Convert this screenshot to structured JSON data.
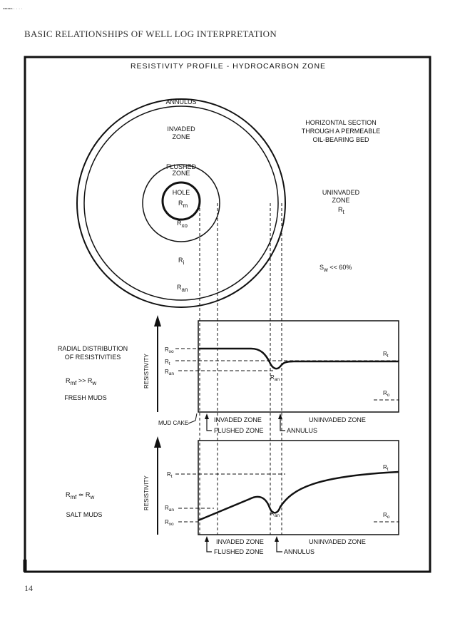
{
  "page": {
    "header": "BASIC RELATIONSHIPS OF WELL LOG INTERPRETATION",
    "page_number": "14",
    "scan_marks": "▪▪▪▪▪▪·· · · ·"
  },
  "figure": {
    "title": "RESISTIVITY  PROFILE - HYDROCARBON  ZONE",
    "section": {
      "annulus": "ANNULUS",
      "invaded_zone_1": "INVADED",
      "invaded_zone_2": "ZONE",
      "flushed_zone_1": "FLUSHED",
      "flushed_zone_2": "ZONE",
      "hole": "HOLE",
      "r_m": "R",
      "r_m_sub": "m",
      "r_xo": "R",
      "r_xo_sub": "xo",
      "r_i": "R",
      "r_i_sub": "i",
      "r_an": "R",
      "r_an_sub": "an",
      "horizontal_1": "HORIZONTAL SECTION",
      "horizontal_2": "THROUGH A PERMEABLE",
      "horizontal_3": "OIL-BEARING BED",
      "uninvaded_1": "UNINVADED",
      "uninvaded_2": "ZONE",
      "r_t": "R",
      "r_t_sub": "t",
      "sw": "S",
      "sw_sub": "w",
      "sw_rest": " << 60%"
    },
    "fresh": {
      "left_1": "RADIAL  DISTRIBUTION",
      "left_2": "OF  RESISTIVITIES",
      "relation_r": "R",
      "relation_sub": "mf",
      "relation_op": " >> R",
      "relation_sub2": "w",
      "mud": "FRESH  MUDS",
      "y_axis": "RESISTIVITY",
      "tick_rxo": "R",
      "tick_rxo_sub": "xo",
      "tick_rt": "R",
      "tick_rt_sub": "t",
      "tick_ran": "R",
      "tick_ran_sub": "an",
      "curve_rt": "R",
      "curve_rt_sub": "t",
      "curve_ran": "R",
      "curve_ran_sub": "an",
      "curve_ro": "R",
      "curve_ro_sub": "o",
      "mud_cake": "MUD CAKE",
      "invaded": "INVADED ZONE",
      "flushed": "FLUSHED ZONE",
      "uninvaded": "UNINVADED ZONE",
      "annulus": "ANNULUS"
    },
    "salt": {
      "relation_r": "R",
      "relation_sub": "mf",
      "relation_op": " ≃ R",
      "relation_sub2": "w",
      "mud": "SALT  MUDS",
      "y_axis": "RESISTIVITY",
      "tick_rt": "R",
      "tick_rt_sub": "t",
      "tick_ran": "R",
      "tick_ran_sub": "an",
      "tick_rxo": "R",
      "tick_rxo_sub": "xo",
      "curve_rt": "R",
      "curve_rt_sub": "t",
      "curve_ran": "R",
      "curve_ran_sub": "an",
      "curve_ro": "R",
      "curve_ro_sub": "o",
      "invaded": "INVADED ZONE",
      "flushed": "FLUSHED ZONE",
      "uninvaded": "UNINVADED ZONE",
      "annulus": "ANNULUS"
    }
  }
}
